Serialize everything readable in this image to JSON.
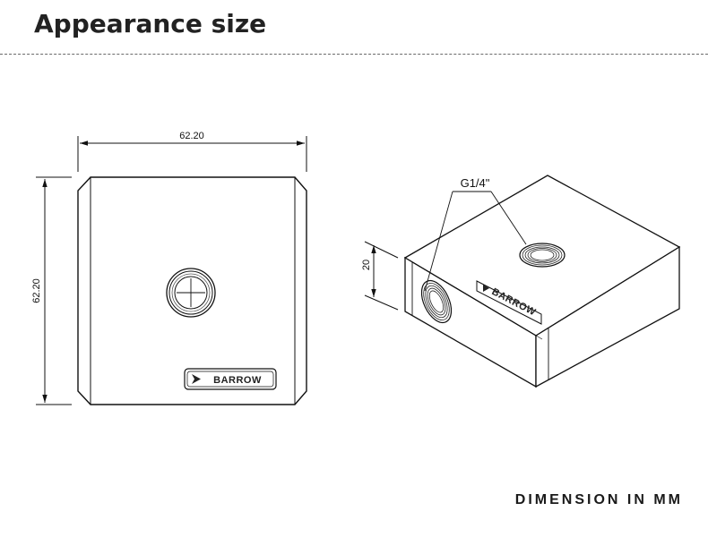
{
  "header": {
    "title": "Appearance size"
  },
  "front_view": {
    "width_dim": "62.20",
    "height_dim": "62.20",
    "logo": "BARROW"
  },
  "iso_view": {
    "thread_callout": "G1/4\"",
    "height_dim": "20",
    "logo": "BARROW"
  },
  "footer": {
    "note": "DIMENSION IN MM"
  },
  "colors": {
    "line": "#1a1a1a",
    "face_shade": "#f4f4f4"
  }
}
